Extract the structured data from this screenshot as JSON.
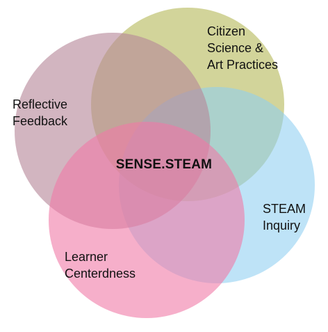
{
  "diagram": {
    "center_title": "SENSE.STEAM",
    "circles": [
      {
        "key": "citizen",
        "name": "citizen-science-circle",
        "color": "#b6b95c",
        "opacity": 0.62,
        "label_lines": [
          "Citizen",
          "Science &",
          "Art Practices"
        ]
      },
      {
        "key": "steam",
        "name": "steam-inquiry-circle",
        "color": "#8fcff2",
        "opacity": 0.58,
        "label_lines": [
          "STEAM",
          "Inquiry"
        ]
      },
      {
        "key": "reflective",
        "name": "reflective-feedback-circle",
        "color": "#b7889a",
        "opacity": 0.62,
        "label_lines": [
          "Reflective",
          "Feedback"
        ]
      },
      {
        "key": "learner",
        "name": "learner-centerdness-circle",
        "color": "#f07aa6",
        "opacity": 0.6,
        "label_lines": [
          "Learner",
          "Centerdness"
        ]
      }
    ]
  }
}
